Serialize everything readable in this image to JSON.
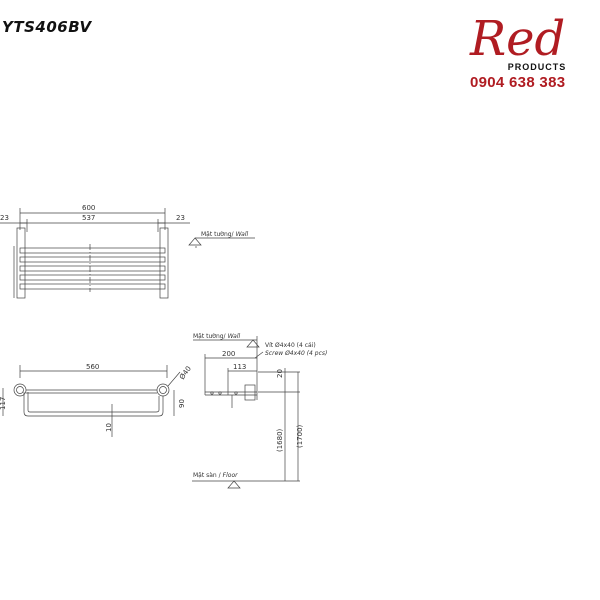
{
  "title": {
    "model": "YTS406BV"
  },
  "brand": {
    "name": "Red",
    "subtitle": "PRODUCTS",
    "phone": "0904 638 383",
    "color": "#b01c22"
  },
  "front_view": {
    "dims": {
      "total": "600",
      "inner": "537",
      "left_edge": "23",
      "right_edge": "23"
    },
    "wall_label": {
      "vi": "Mặt tường/",
      "en": "Wall"
    }
  },
  "top_view": {
    "dims": {
      "length": "560",
      "diameter": "Ø40",
      "left_edge": "117",
      "depth": "90",
      "offset": "10"
    }
  },
  "side_view": {
    "wall_label": {
      "vi": "Mặt tường/",
      "en": "Wall"
    },
    "screw": {
      "vi": "Vít Ø4x40 (4 cái)",
      "en": "Screw Ø4x40 (4 pcs)"
    },
    "dims": {
      "depth_total": "200",
      "depth_bracket": "113",
      "top_gap": "20",
      "height_1": "(1680)",
      "height_2": "(1700)"
    },
    "floor_label": {
      "vi": "Mặt sàn /",
      "en": "Floor"
    }
  }
}
